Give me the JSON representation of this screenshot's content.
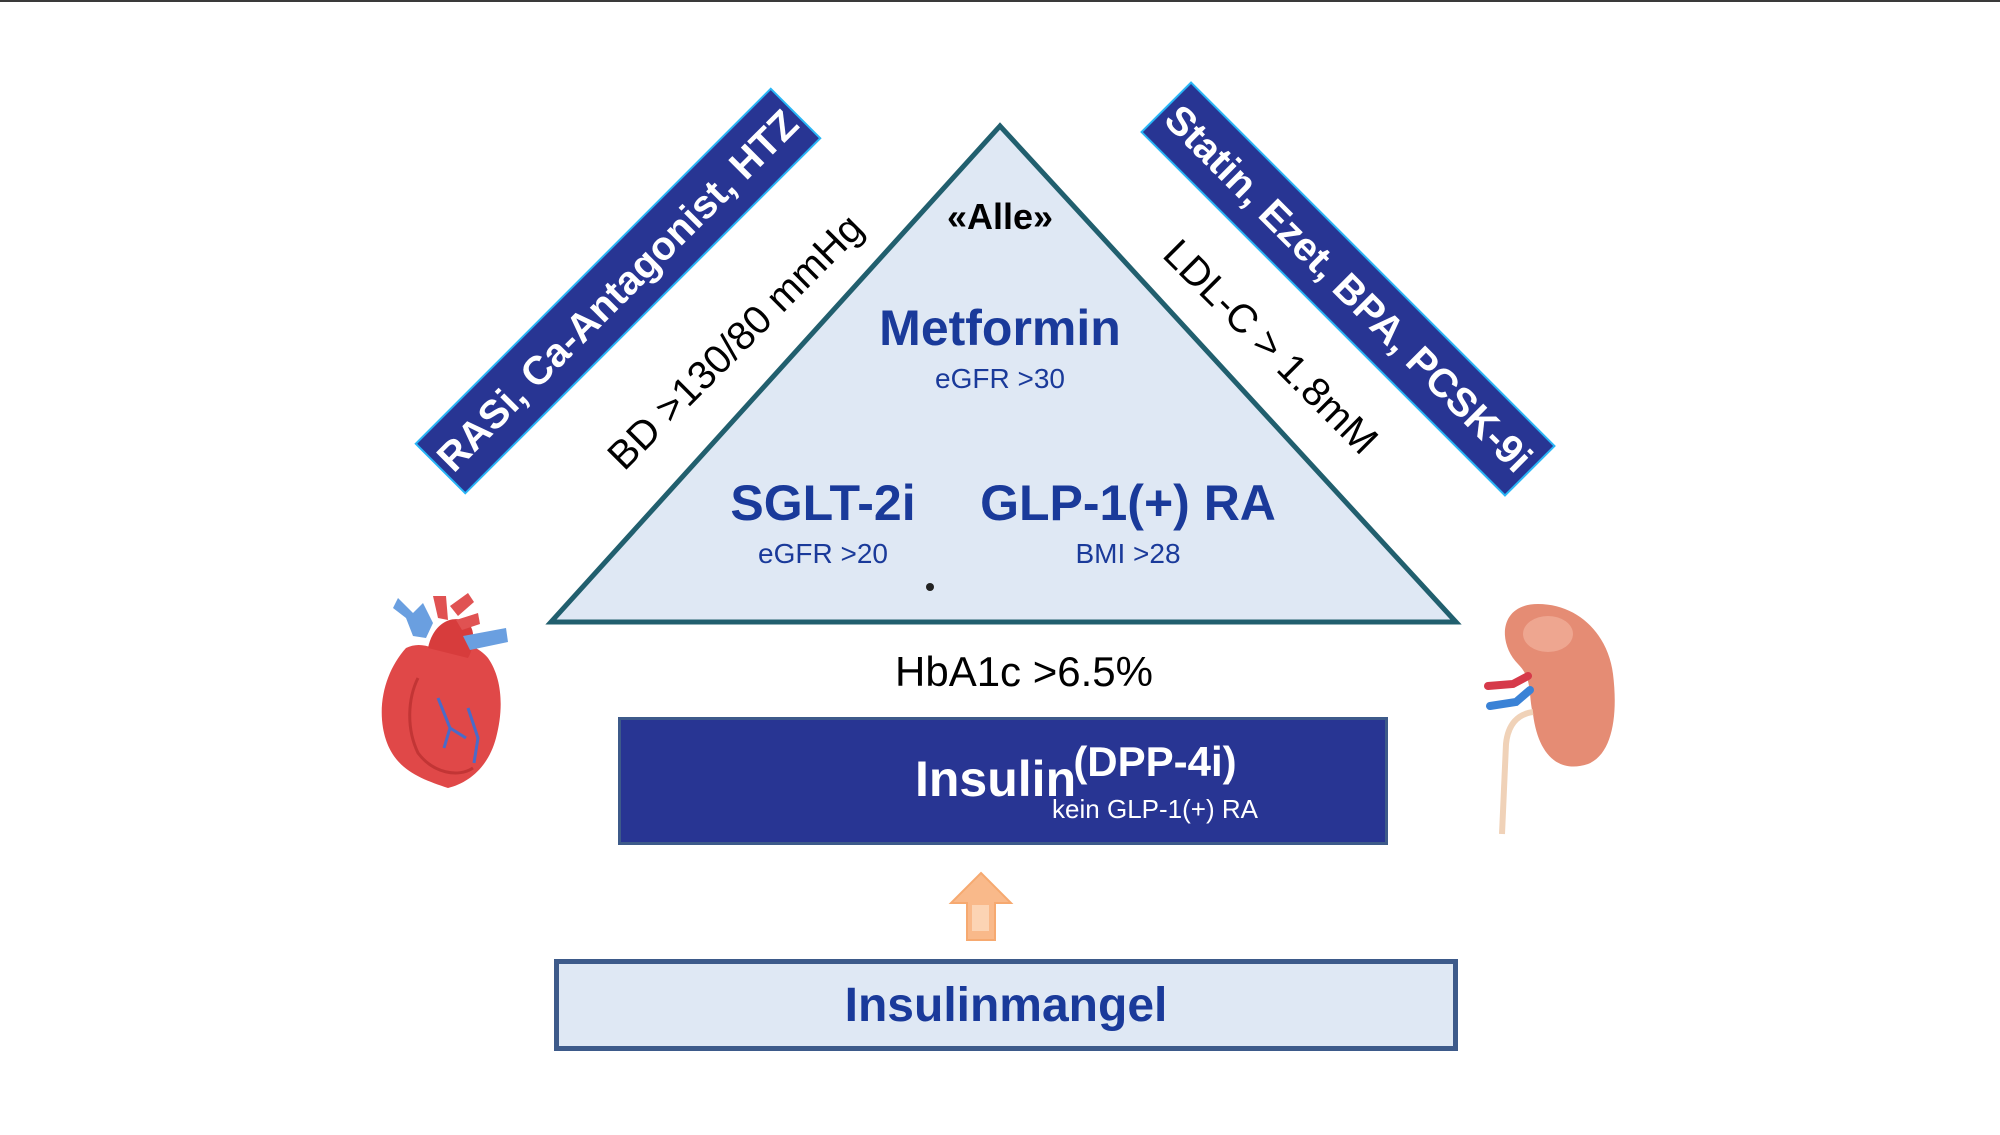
{
  "left_banner": {
    "label": "RASi, Ca-Antagonist, HTZ"
  },
  "left_threshold": {
    "label": "BD >130/80 mmHg"
  },
  "right_banner": {
    "label": "Statin, Ezet, BPA, PCSK-9i"
  },
  "right_threshold": {
    "label": "LDL-C > 1.8mM"
  },
  "triangle": {
    "top_label": "«Alle»",
    "metformin": {
      "name": "Metformin",
      "condition": "eGFR >30"
    },
    "sglt2i": {
      "name": "SGLT-2i",
      "condition": "eGFR >20"
    },
    "glp1ra": {
      "name": "GLP-1(+) RA",
      "condition": "BMI >28"
    }
  },
  "hba1c_threshold": {
    "label": "HbA1c >6.5%"
  },
  "insulin_box": {
    "main": "Insulin",
    "secondary": "(DPP-4i)",
    "note": "kein GLP-1(+) RA"
  },
  "base_box": {
    "label": "Insulinmangel"
  },
  "icons": {
    "left_organ": "heart-icon",
    "right_organ": "kidney-icon",
    "arrow": "arrow-up-icon"
  },
  "colors": {
    "banner_blue": "#283593",
    "banner_outline": "#29b6f6",
    "triangle_fill": "#dfe8f4",
    "triangle_stroke": "#215f6e",
    "text_blue": "#1a3a9a",
    "arrow_orange": "#f9b98a"
  }
}
